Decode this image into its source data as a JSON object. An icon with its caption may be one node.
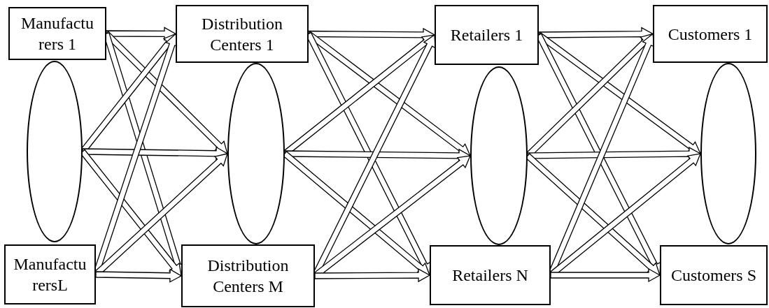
{
  "diagram": {
    "nodes": [
      {
        "text": [
          "Manufactu rers 1"
        ]
      },
      {
        "text": [],
        "shape": "ellipse"
      },
      {
        "text": [
          "Manufactu rersL"
        ]
      },
      {
        "text": [
          "Distribution Centers 1"
        ]
      },
      {
        "text": [],
        "shape": "ellipse"
      },
      {
        "text": [
          "Distribution Centers M"
        ]
      },
      {
        "text": [
          "Retailers 1"
        ]
      },
      {
        "text": [],
        "shape": "ellipse"
      },
      {
        "text": [
          "Retailers N"
        ]
      },
      {
        "text": [
          "Customers 1"
        ]
      },
      {
        "text": [],
        "shape": "ellipse"
      },
      {
        "text": [
          "Customers S"
        ]
      }
    ],
    "edges": [
      {
        "from": 0,
        "to": 3,
        "arrow": "to"
      },
      {
        "from": 0,
        "to": 4,
        "arrow": "to"
      },
      {
        "from": 0,
        "to": 5,
        "arrow": "to"
      },
      {
        "from": 1,
        "to": 3,
        "arrow": "to"
      },
      {
        "from": 1,
        "to": 4,
        "arrow": "to"
      },
      {
        "from": 1,
        "to": 5,
        "arrow": "to"
      },
      {
        "from": 2,
        "to": 3,
        "arrow": "to"
      },
      {
        "from": 2,
        "to": 4,
        "arrow": "to"
      },
      {
        "from": 2,
        "to": 5,
        "arrow": "to"
      },
      {
        "from": 3,
        "to": 6,
        "arrow": "to"
      },
      {
        "from": 3,
        "to": 7,
        "arrow": "to"
      },
      {
        "from": 3,
        "to": 8,
        "arrow": "to"
      },
      {
        "from": 4,
        "to": 6,
        "arrow": "to"
      },
      {
        "from": 4,
        "to": 7,
        "arrow": "to"
      },
      {
        "from": 4,
        "to": 8,
        "arrow": "to"
      },
      {
        "from": 5,
        "to": 6,
        "arrow": "to"
      },
      {
        "from": 5,
        "to": 7,
        "arrow": "to"
      },
      {
        "from": 5,
        "to": 8,
        "arrow": "to"
      },
      {
        "from": 6,
        "to": 9,
        "arrow": "to"
      },
      {
        "from": 6,
        "to": 10,
        "arrow": "to"
      },
      {
        "from": 6,
        "to": 11,
        "arrow": "to"
      },
      {
        "from": 7,
        "to": 9,
        "arrow": "to"
      },
      {
        "from": 7,
        "to": 10,
        "arrow": "to"
      },
      {
        "from": 7,
        "to": 11,
        "arrow": "to"
      },
      {
        "from": 8,
        "to": 9,
        "arrow": "to"
      },
      {
        "from": 8,
        "to": 10,
        "arrow": "to"
      },
      {
        "from": 8,
        "to": 11,
        "arrow": "to"
      }
    ]
  }
}
